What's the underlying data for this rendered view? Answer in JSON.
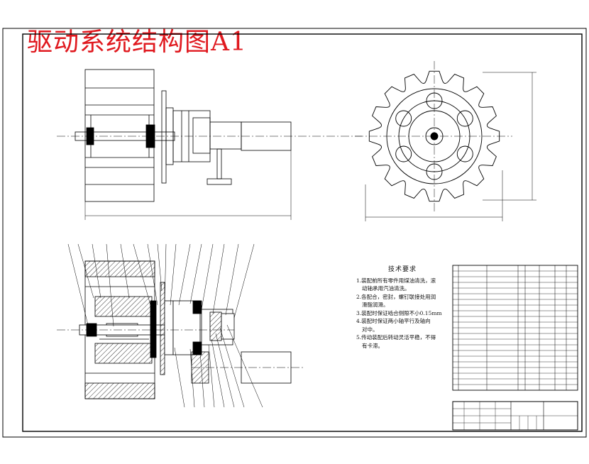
{
  "title": "驱动系统结构图A1",
  "tech_requirements": {
    "heading": "技术要求",
    "items": [
      "1.装配前所有零件用煤油清洗，滚",
      "动轴承用汽油清洗。",
      "2.各配合，密封，螺钉联接处用润",
      "滑脂润滑。",
      "3.装配时保证啮合侧隙不小0.15mm",
      "4.装配时保证两小轴平行及轴向",
      "对中。",
      "5.传动装配后转动灵活平稳，不得",
      "有卡滞。"
    ]
  },
  "colors": {
    "title": "#e0191f",
    "line": "#000000"
  }
}
